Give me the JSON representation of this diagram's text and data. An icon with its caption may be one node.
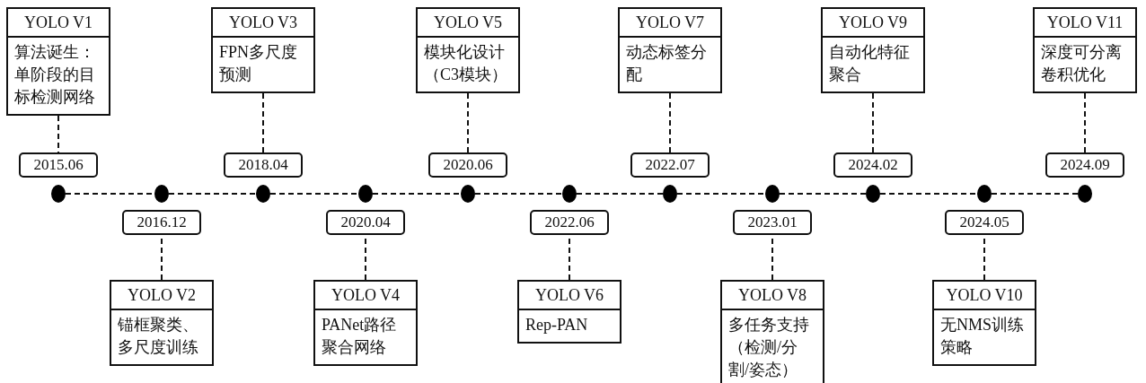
{
  "diagram": {
    "nodes": [
      {
        "text": [
          "YOLO V1",
          "算法诞生：单阶段的目标检测网络"
        ]
      },
      {
        "text": [
          "2015.06"
        ]
      },
      {
        "text": [],
        "shape": "circle"
      },
      {
        "text": [
          "YOLO V2",
          "锚框聚类、多尺度训练"
        ]
      },
      {
        "text": [
          "2016.12"
        ]
      },
      {
        "text": [],
        "shape": "circle"
      },
      {
        "text": [
          "YOLO V3",
          "FPN多尺度预测"
        ]
      },
      {
        "text": [
          "2018.04"
        ]
      },
      {
        "text": [],
        "shape": "circle"
      },
      {
        "text": [
          "YOLO V4",
          "PANet路径聚合网络"
        ]
      },
      {
        "text": [
          "2020.04"
        ]
      },
      {
        "text": [],
        "shape": "circle"
      },
      {
        "text": [
          "YOLO V5",
          "模块化设计（C3模块）"
        ]
      },
      {
        "text": [
          "2020.06"
        ]
      },
      {
        "text": [],
        "shape": "circle"
      },
      {
        "text": [
          "YOLO V6",
          "Rep-PAN"
        ]
      },
      {
        "text": [
          "2022.06"
        ]
      },
      {
        "text": [],
        "shape": "circle"
      },
      {
        "text": [
          "YOLO V7",
          "动态标签分配"
        ]
      },
      {
        "text": [
          "2022.07"
        ]
      },
      {
        "text": [],
        "shape": "circle"
      },
      {
        "text": [
          "YOLO V8",
          "多任务支持（检测/分割/姿态）"
        ]
      },
      {
        "text": [
          "2023.01"
        ]
      },
      {
        "text": [],
        "shape": "circle"
      },
      {
        "text": [
          "YOLO V9",
          "自动化特征聚合"
        ]
      },
      {
        "text": [
          "2024.02"
        ]
      },
      {
        "text": [],
        "shape": "circle"
      },
      {
        "text": [
          "YOLO V10",
          "无NMS训练策略"
        ]
      },
      {
        "text": [
          "2024.05"
        ]
      },
      {
        "text": [],
        "shape": "circle"
      },
      {
        "text": [
          "YOLO V11",
          "深度可分离卷积优化"
        ]
      },
      {
        "text": [
          "2024.09"
        ]
      },
      {
        "text": [],
        "shape": "circle"
      }
    ],
    "edges": [
      {
        "from": 0,
        "to": 1,
        "arrow": "none",
        "style": "dashed"
      },
      {
        "from": 3,
        "to": 4,
        "arrow": "none",
        "style": "dashed"
      },
      {
        "from": 6,
        "to": 7,
        "arrow": "none",
        "style": "dashed"
      },
      {
        "from": 9,
        "to": 10,
        "arrow": "none",
        "style": "dashed"
      },
      {
        "from": 12,
        "to": 13,
        "arrow": "none",
        "style": "dashed"
      },
      {
        "from": 15,
        "to": 16,
        "arrow": "none",
        "style": "dashed"
      },
      {
        "from": 18,
        "to": 19,
        "arrow": "none",
        "style": "dashed"
      },
      {
        "from": 21,
        "to": 22,
        "arrow": "none",
        "style": "dashed"
      },
      {
        "from": 24,
        "to": 25,
        "arrow": "none",
        "style": "dashed"
      },
      {
        "from": 27,
        "to": 28,
        "arrow": "none",
        "style": "dashed"
      },
      {
        "from": 30,
        "to": 31,
        "arrow": "none",
        "style": "dashed"
      },
      {
        "from": 2,
        "to": 5,
        "arrow": "none",
        "style": "dashed"
      },
      {
        "from": 5,
        "to": 8,
        "arrow": "none",
        "style": "dashed"
      },
      {
        "from": 8,
        "to": 11,
        "arrow": "none",
        "style": "dashed"
      },
      {
        "from": 11,
        "to": 14,
        "arrow": "none",
        "style": "dashed"
      },
      {
        "from": 14,
        "to": 17,
        "arrow": "none",
        "style": "dashed"
      },
      {
        "from": 17,
        "to": 20,
        "arrow": "none",
        "style": "dashed"
      },
      {
        "from": 20,
        "to": 23,
        "arrow": "none",
        "style": "dashed"
      },
      {
        "from": 23,
        "to": 26,
        "arrow": "none",
        "style": "dashed"
      },
      {
        "from": 26,
        "to": 29,
        "arrow": "none",
        "style": "dashed"
      },
      {
        "from": 29,
        "to": 32,
        "arrow": "none",
        "style": "dashed"
      }
    ]
  }
}
